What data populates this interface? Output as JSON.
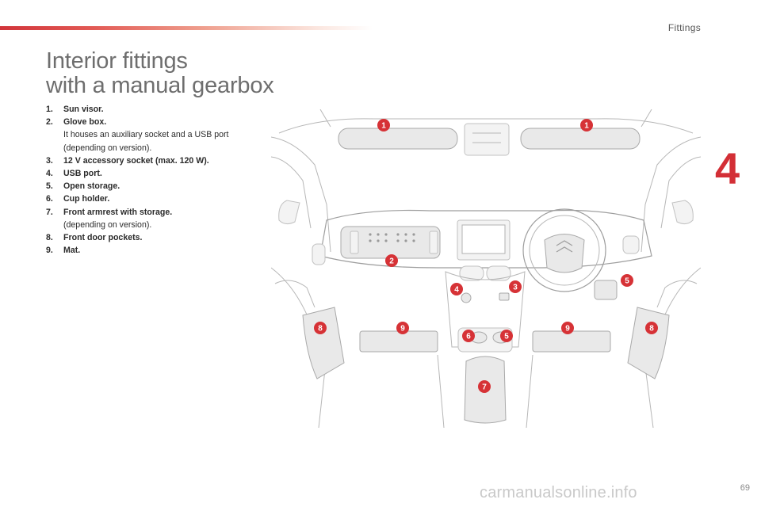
{
  "header": {
    "section_label": "Fittings",
    "chapter_number": "4"
  },
  "title": {
    "line1": "Interior fittings",
    "line2": "with a manual gearbox"
  },
  "items": [
    {
      "number": "1.",
      "label": "Sun visor.",
      "description": ""
    },
    {
      "number": "2.",
      "label": "Glove box.",
      "description": "It houses an auxiliary socket and a USB port (depending on version)."
    },
    {
      "number": "3.",
      "label": "12 V accessory socket (max. 120 W).",
      "description": ""
    },
    {
      "number": "4.",
      "label": "USB port.",
      "description": ""
    },
    {
      "number": "5.",
      "label": "Open storage.",
      "description": ""
    },
    {
      "number": "6.",
      "label": "Cup holder.",
      "description": ""
    },
    {
      "number": "7.",
      "label": "Front armrest with storage.",
      "description": "(depending on version)."
    },
    {
      "number": "8.",
      "label": "Front door pockets.",
      "description": ""
    },
    {
      "number": "9.",
      "label": "Mat.",
      "description": ""
    }
  ],
  "callouts": [
    "1",
    "1",
    "2",
    "3",
    "4",
    "5",
    "5",
    "6",
    "7",
    "8",
    "8",
    "9",
    "9"
  ],
  "footer": {
    "page_number": "69",
    "watermark": "carmanualsonline.info"
  },
  "colors": {
    "accent": "#d32f36",
    "callout": "#d63236"
  }
}
